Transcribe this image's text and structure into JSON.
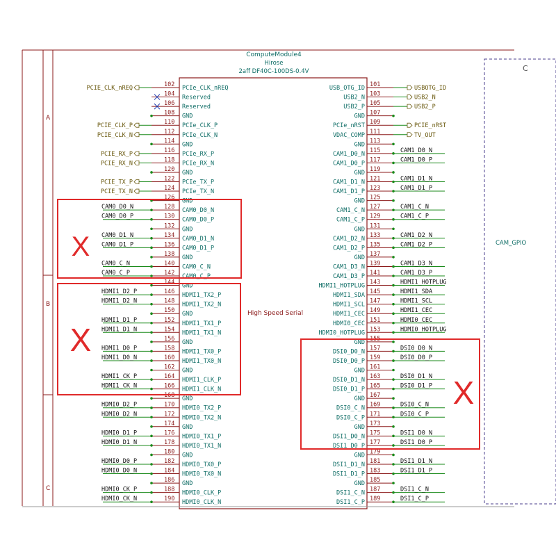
{
  "component": {
    "name": "ComputeModule4",
    "manufacturer": "Hirose",
    "part": "2aff DF40C-100DS-0.4V",
    "center_label": "High Speed Serial"
  },
  "frame": {
    "row_labels": [
      "A",
      "B",
      "C"
    ],
    "right_box_corner": "C",
    "right_net": "CAM_GPIO"
  },
  "left_pins": [
    {
      "num": "102",
      "name": "PCIe_CLK_nREQ",
      "net": "PCIE_CLK_nREQ",
      "type": "in"
    },
    {
      "num": "104",
      "name": "Reserved",
      "net": "",
      "type": "nc"
    },
    {
      "num": "106",
      "name": "Reserved",
      "net": "",
      "type": "nc"
    },
    {
      "num": "108",
      "name": "GND",
      "net": "",
      "type": "gnd"
    },
    {
      "num": "110",
      "name": "PCIe_CLK_P",
      "net": "PCIE_CLK_P",
      "type": "out"
    },
    {
      "num": "112",
      "name": "PCIe_CLK_N",
      "net": "PCIE_CLK_N",
      "type": "out"
    },
    {
      "num": "114",
      "name": "GND",
      "net": "",
      "type": "gnd"
    },
    {
      "num": "116",
      "name": "PCIe_RX_P",
      "net": "PCIE_RX_P",
      "type": "in"
    },
    {
      "num": "118",
      "name": "PCIe_RX_N",
      "net": "PCIE_RX_N",
      "type": "in"
    },
    {
      "num": "120",
      "name": "GND",
      "net": "",
      "type": "gnd"
    },
    {
      "num": "122",
      "name": "PCIe_TX_P",
      "net": "PCIE_TX_P",
      "type": "out"
    },
    {
      "num": "124",
      "name": "PCIe_TX_N",
      "net": "PCIE_TX_N",
      "type": "out"
    },
    {
      "num": "126",
      "name": "GND",
      "net": "",
      "type": "gnd"
    },
    {
      "num": "128",
      "name": "CAM0_D0_N",
      "net": "CAM0_D0_N",
      "type": "wire"
    },
    {
      "num": "130",
      "name": "CAM0_D0_P",
      "net": "CAM0_D0_P",
      "type": "wire"
    },
    {
      "num": "132",
      "name": "GND",
      "net": "",
      "type": "gnd"
    },
    {
      "num": "134",
      "name": "CAM0_D1_N",
      "net": "CAM0_D1_N",
      "type": "wire"
    },
    {
      "num": "136",
      "name": "CAM0_D1_P",
      "net": "CAM0_D1_P",
      "type": "wire"
    },
    {
      "num": "138",
      "name": "GND",
      "net": "",
      "type": "gnd"
    },
    {
      "num": "140",
      "name": "CAM0_C_N",
      "net": "CAM0_C_N",
      "type": "wire"
    },
    {
      "num": "142",
      "name": "CAM0_C_P",
      "net": "CAM0_C_P",
      "type": "wire"
    },
    {
      "num": "144",
      "name": "GND",
      "net": "",
      "type": "gnd"
    },
    {
      "num": "146",
      "name": "HDMI1_TX2_P",
      "net": "HDMI1_D2_P",
      "type": "wire"
    },
    {
      "num": "148",
      "name": "HDMI1_TX2_N",
      "net": "HDMI1_D2_N",
      "type": "wire"
    },
    {
      "num": "150",
      "name": "GND",
      "net": "",
      "type": "gnd"
    },
    {
      "num": "152",
      "name": "HDMI1_TX1_P",
      "net": "HDMI1_D1_P",
      "type": "wire"
    },
    {
      "num": "154",
      "name": "HDMI1_TX1_N",
      "net": "HDMI1_D1_N",
      "type": "wire"
    },
    {
      "num": "156",
      "name": "GND",
      "net": "",
      "type": "gnd"
    },
    {
      "num": "158",
      "name": "HDMI1_TX0_P",
      "net": "HDMI1_D0_P",
      "type": "wire"
    },
    {
      "num": "160",
      "name": "HDMI1_TX0_N",
      "net": "HDMI1_D0_N",
      "type": "wire"
    },
    {
      "num": "162",
      "name": "GND",
      "net": "",
      "type": "gnd"
    },
    {
      "num": "164",
      "name": "HDMI1_CLK_P",
      "net": "HDMI1_CK_P",
      "type": "wire"
    },
    {
      "num": "166",
      "name": "HDMI1_CLK_N",
      "net": "HDMI1_CK_N",
      "type": "wire"
    },
    {
      "num": "168",
      "name": "GND",
      "net": "",
      "type": "gnd"
    },
    {
      "num": "170",
      "name": "HDMI0_TX2_P",
      "net": "HDMI0_D2_P",
      "type": "wire"
    },
    {
      "num": "172",
      "name": "HDMI0_TX2_N",
      "net": "HDMI0_D2_N",
      "type": "wire"
    },
    {
      "num": "174",
      "name": "GND",
      "net": "",
      "type": "gnd"
    },
    {
      "num": "176",
      "name": "HDMI0_TX1_P",
      "net": "HDMI0_D1_P",
      "type": "wire"
    },
    {
      "num": "178",
      "name": "HDMI0_TX1_N",
      "net": "HDMI0_D1_N",
      "type": "wire"
    },
    {
      "num": "180",
      "name": "GND",
      "net": "",
      "type": "gnd"
    },
    {
      "num": "182",
      "name": "HDMI0_TX0_P",
      "net": "HDMI0_D0_P",
      "type": "wire"
    },
    {
      "num": "184",
      "name": "HDMI0_TX0_N",
      "net": "HDMI0_D0_N",
      "type": "wire"
    },
    {
      "num": "186",
      "name": "GND",
      "net": "",
      "type": "gnd"
    },
    {
      "num": "188",
      "name": "HDMI0_CLK_P",
      "net": "HDMI0_CK_P",
      "type": "wire"
    },
    {
      "num": "190",
      "name": "HDMI0_CLK_N",
      "net": "HDMI0_CK_N",
      "type": "wire"
    }
  ],
  "right_pins": [
    {
      "num": "101",
      "name": "USB_OTG_ID",
      "net": "USBOTG_ID",
      "type": "out"
    },
    {
      "num": "103",
      "name": "USB2_N",
      "net": "USB2_N",
      "type": "out"
    },
    {
      "num": "105",
      "name": "USB2_P",
      "net": "USB2_P",
      "type": "out"
    },
    {
      "num": "107",
      "name": "GND",
      "net": "",
      "type": "gnd"
    },
    {
      "num": "109",
      "name": "PCIe_nRST",
      "net": "PCIE_nRST",
      "type": "out"
    },
    {
      "num": "111",
      "name": "VDAC_COMP",
      "net": "TV_OUT",
      "type": "out"
    },
    {
      "num": "113",
      "name": "GND",
      "net": "",
      "type": "gnd"
    },
    {
      "num": "115",
      "name": "CAM1_D0_N",
      "net": "CAM1_D0_N",
      "type": "wire"
    },
    {
      "num": "117",
      "name": "CAM1_D0_P",
      "net": "CAM1_D0_P",
      "type": "wire"
    },
    {
      "num": "119",
      "name": "GND",
      "net": "",
      "type": "gnd"
    },
    {
      "num": "121",
      "name": "CAM1_D1_N",
      "net": "CAM1_D1_N",
      "type": "wire"
    },
    {
      "num": "123",
      "name": "CAM1_D1_P",
      "net": "CAM1_D1_P",
      "type": "wire"
    },
    {
      "num": "125",
      "name": "GND",
      "net": "",
      "type": "gnd"
    },
    {
      "num": "127",
      "name": "CAM1_C_N",
      "net": "CAM1_C_N",
      "type": "wire"
    },
    {
      "num": "129",
      "name": "CAM1_C_P",
      "net": "CAM1_C_P",
      "type": "wire"
    },
    {
      "num": "131",
      "name": "GND",
      "net": "",
      "type": "gnd"
    },
    {
      "num": "133",
      "name": "CAM1_D2_N",
      "net": "CAM1_D2_N",
      "type": "wire"
    },
    {
      "num": "135",
      "name": "CAM1_D2_P",
      "net": "CAM1_D2_P",
      "type": "wire"
    },
    {
      "num": "137",
      "name": "GND",
      "net": "",
      "type": "gnd"
    },
    {
      "num": "139",
      "name": "CAM1_D3_N",
      "net": "CAM1_D3_N",
      "type": "wire"
    },
    {
      "num": "141",
      "name": "CAM1_D3_P",
      "net": "CAM1_D3_P",
      "type": "wire"
    },
    {
      "num": "143",
      "name": "HDMI1_HOTPLUG",
      "net": "HDMI1_HOTPLUG",
      "type": "wire"
    },
    {
      "num": "145",
      "name": "HDMI1_SDA",
      "net": "HDMI1_SDA",
      "type": "wire"
    },
    {
      "num": "147",
      "name": "HDMI1_SCL",
      "net": "HDMI1_SCL",
      "type": "wire"
    },
    {
      "num": "149",
      "name": "HDMI1_CEC",
      "net": "HDMI1_CEC",
      "type": "wire"
    },
    {
      "num": "151",
      "name": "HDMI0_CEC",
      "net": "HDMI0_CEC",
      "type": "wire"
    },
    {
      "num": "153",
      "name": "HDMI0_HOTPLUG",
      "net": "HDMI0_HOTPLUG",
      "type": "wire"
    },
    {
      "num": "155",
      "name": "GND",
      "net": "",
      "type": "gnd"
    },
    {
      "num": "157",
      "name": "DSI0_D0_N",
      "net": "DSI0_D0_N",
      "type": "wire"
    },
    {
      "num": "159",
      "name": "DSI0_D0_P",
      "net": "DSI0_D0_P",
      "type": "wire"
    },
    {
      "num": "161",
      "name": "GND",
      "net": "",
      "type": "gnd"
    },
    {
      "num": "163",
      "name": "DSI0_D1_N",
      "net": "DSI0_D1_N",
      "type": "wire"
    },
    {
      "num": "165",
      "name": "DSI0_D1_P",
      "net": "DSI0_D1_P",
      "type": "wire"
    },
    {
      "num": "167",
      "name": "GND",
      "net": "",
      "type": "gnd"
    },
    {
      "num": "169",
      "name": "DSI0_C_N",
      "net": "DSI0_C_N",
      "type": "wire"
    },
    {
      "num": "171",
      "name": "DSI0_C_P",
      "net": "DSI0_C_P",
      "type": "wire"
    },
    {
      "num": "173",
      "name": "GND",
      "net": "",
      "type": "gnd"
    },
    {
      "num": "175",
      "name": "DSI1_D0_N",
      "net": "DSI1_D0_N",
      "type": "wire"
    },
    {
      "num": "177",
      "name": "DSI1_D0_P",
      "net": "DSI1_D0_P",
      "type": "wire"
    },
    {
      "num": "179",
      "name": "GND",
      "net": "",
      "type": "gnd"
    },
    {
      "num": "181",
      "name": "DSI1_D1_N",
      "net": "DSI1_D1_N",
      "type": "wire"
    },
    {
      "num": "183",
      "name": "DSI1_D1_P",
      "net": "DSI1_D1_P",
      "type": "wire"
    },
    {
      "num": "185",
      "name": "GND",
      "net": "",
      "type": "gnd"
    },
    {
      "num": "187",
      "name": "DSI1_C_N",
      "net": "DSI1_C_N",
      "type": "wire"
    },
    {
      "num": "189",
      "name": "DSI1_C_P",
      "net": "DSI1_C_P",
      "type": "wire"
    }
  ],
  "annotations": [
    {
      "id": "cam0",
      "mark": "X"
    },
    {
      "id": "hdmi1",
      "mark": "X"
    },
    {
      "id": "dsi",
      "mark": "X"
    }
  ],
  "colors": {
    "body": "#8b1a1a",
    "pin_name": "#0f6d66",
    "pin_number": "#8b1a1a",
    "wire": "#1a8a1a",
    "junction": "#1a8a1a",
    "net_label": "#111111",
    "global_label": "#6b5a10",
    "frame": "#8b1a1a",
    "annotation": "#e02a2a"
  }
}
